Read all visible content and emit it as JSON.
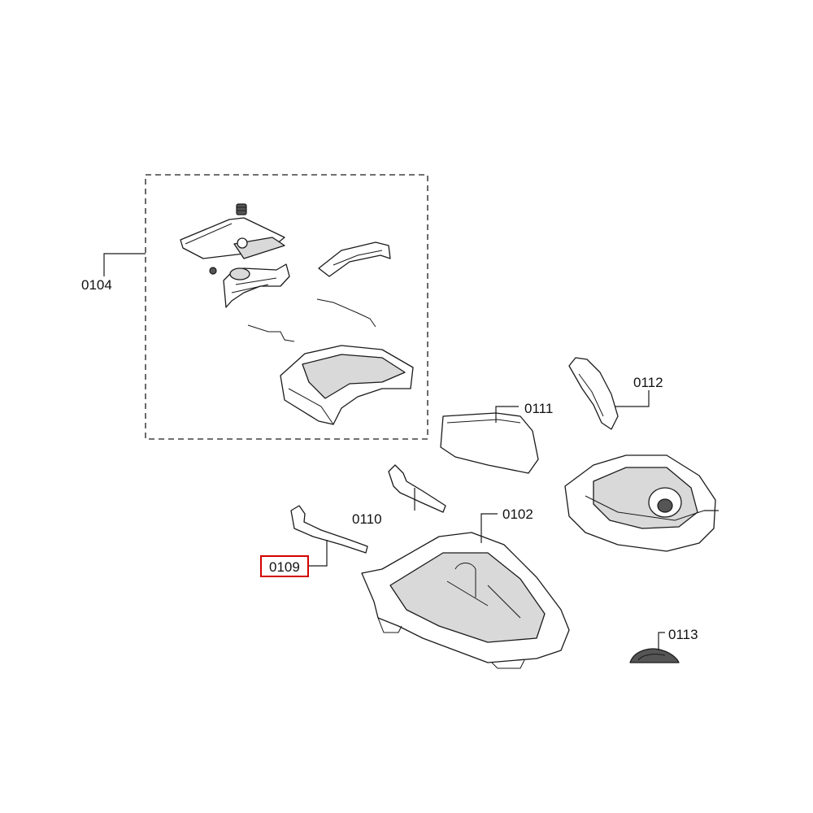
{
  "callouts": [
    {
      "id": "0104",
      "text": "0104",
      "highlighted": false
    },
    {
      "id": "0112",
      "text": "0112",
      "highlighted": false
    },
    {
      "id": "0111",
      "text": "0111",
      "highlighted": false
    },
    {
      "id": "0110",
      "text": "0110",
      "highlighted": false
    },
    {
      "id": "0102",
      "text": "0102",
      "highlighted": false
    },
    {
      "id": "0109",
      "text": "0109",
      "highlighted": true
    },
    {
      "id": "0113",
      "text": "0113",
      "highlighted": false
    }
  ],
  "highlight_color": "#d40000"
}
